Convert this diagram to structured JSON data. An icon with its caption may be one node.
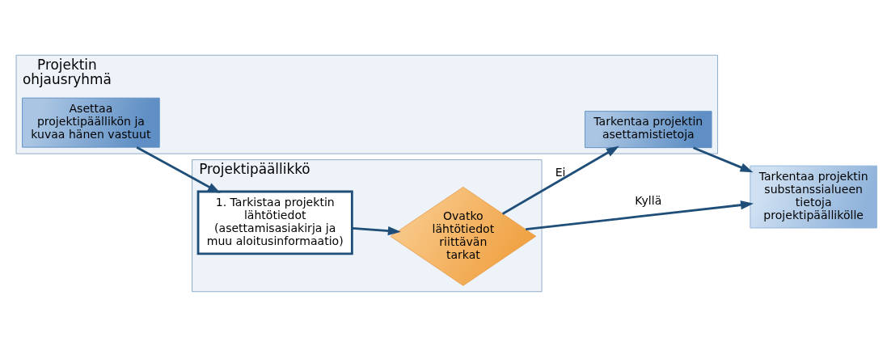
{
  "diagram": {
    "nodes": [
      {
        "text": [
          "Projektin ohjausryhmä"
        ]
      },
      {
        "text": [
          "Asettaa projektipäällikön ja kuvaa hänen vastuut"
        ],
        "in": 0
      },
      {
        "text": [
          "Tarkentaa projektin asettamistietoja"
        ],
        "in": 0
      },
      {
        "text": [
          "Projektipäällikkö"
        ]
      },
      {
        "text": [
          "1. Tarkistaa projektin lähtötiedot (asettamisasiakirja ja muu aloitusinformaatio)"
        ],
        "in": 3
      },
      {
        "text": [
          "Ovatko lähtötiedot riittävän tarkat"
        ],
        "in": 3
      },
      {
        "text": [
          "Tarkentaa projektin substanssialueen tietoja projektipäällikölle"
        ]
      }
    ],
    "edges": [
      {
        "from": 1,
        "to": 4,
        "arrow": "to"
      },
      {
        "from": 4,
        "to": 5,
        "arrow": "to"
      },
      {
        "from": 5,
        "to": 2,
        "arrow": "to",
        "label": "Ei"
      },
      {
        "from": 5,
        "to": 6,
        "arrow": "to",
        "label": "Kyllä"
      },
      {
        "from": 2,
        "to": 6,
        "arrow": "to"
      }
    ]
  }
}
